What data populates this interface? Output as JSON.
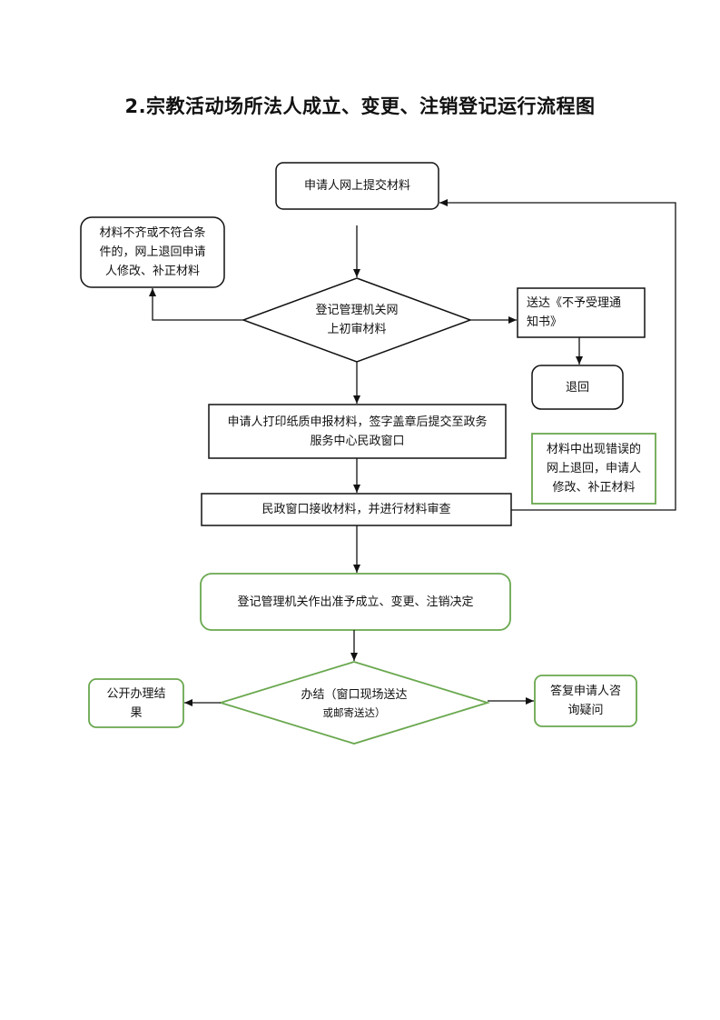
{
  "title": "2.宗教活动场所法人成立、变更、注销登记运行流程图",
  "colors": {
    "stroke": "#111111",
    "green": "#6aa84f",
    "background": "#ffffff"
  },
  "nodes": {
    "submit": {
      "lines": [
        "申请人网上提交材料"
      ]
    },
    "reject_modify": {
      "lines": [
        "材料不齐或不符合条",
        "件的，网上退回申请",
        "人修改、补正材料"
      ]
    },
    "initial_review": {
      "lines": [
        "登记管理机关网",
        "上初审材料"
      ]
    },
    "not_accept_notice": {
      "lines": [
        "送达《不予受理通",
        "知书》"
      ]
    },
    "returned": {
      "lines": [
        "退回"
      ]
    },
    "print_submit": {
      "lines": [
        "申请人打印纸质申报材料，签字盖章后提交至政务",
        "服务中心民政窗口"
      ]
    },
    "error_return": {
      "lines": [
        "材料中出现错误的",
        "网上退回，申请人",
        "修改、补正材料"
      ]
    },
    "window_receive": {
      "lines": [
        "民政窗口接收材料，并进行材料审查"
      ]
    },
    "decision": {
      "lines": [
        "登记管理机关作出准予成立、变更、注销决定"
      ]
    },
    "completion": {
      "lines": [
        "办结（窗口现场送达"
      ],
      "sub": "或邮寄送达）"
    },
    "publish_result": {
      "lines": [
        "公开办理结",
        "果"
      ]
    },
    "reply_inquiry": {
      "lines": [
        "答复申请人咨",
        "询疑问"
      ]
    }
  }
}
